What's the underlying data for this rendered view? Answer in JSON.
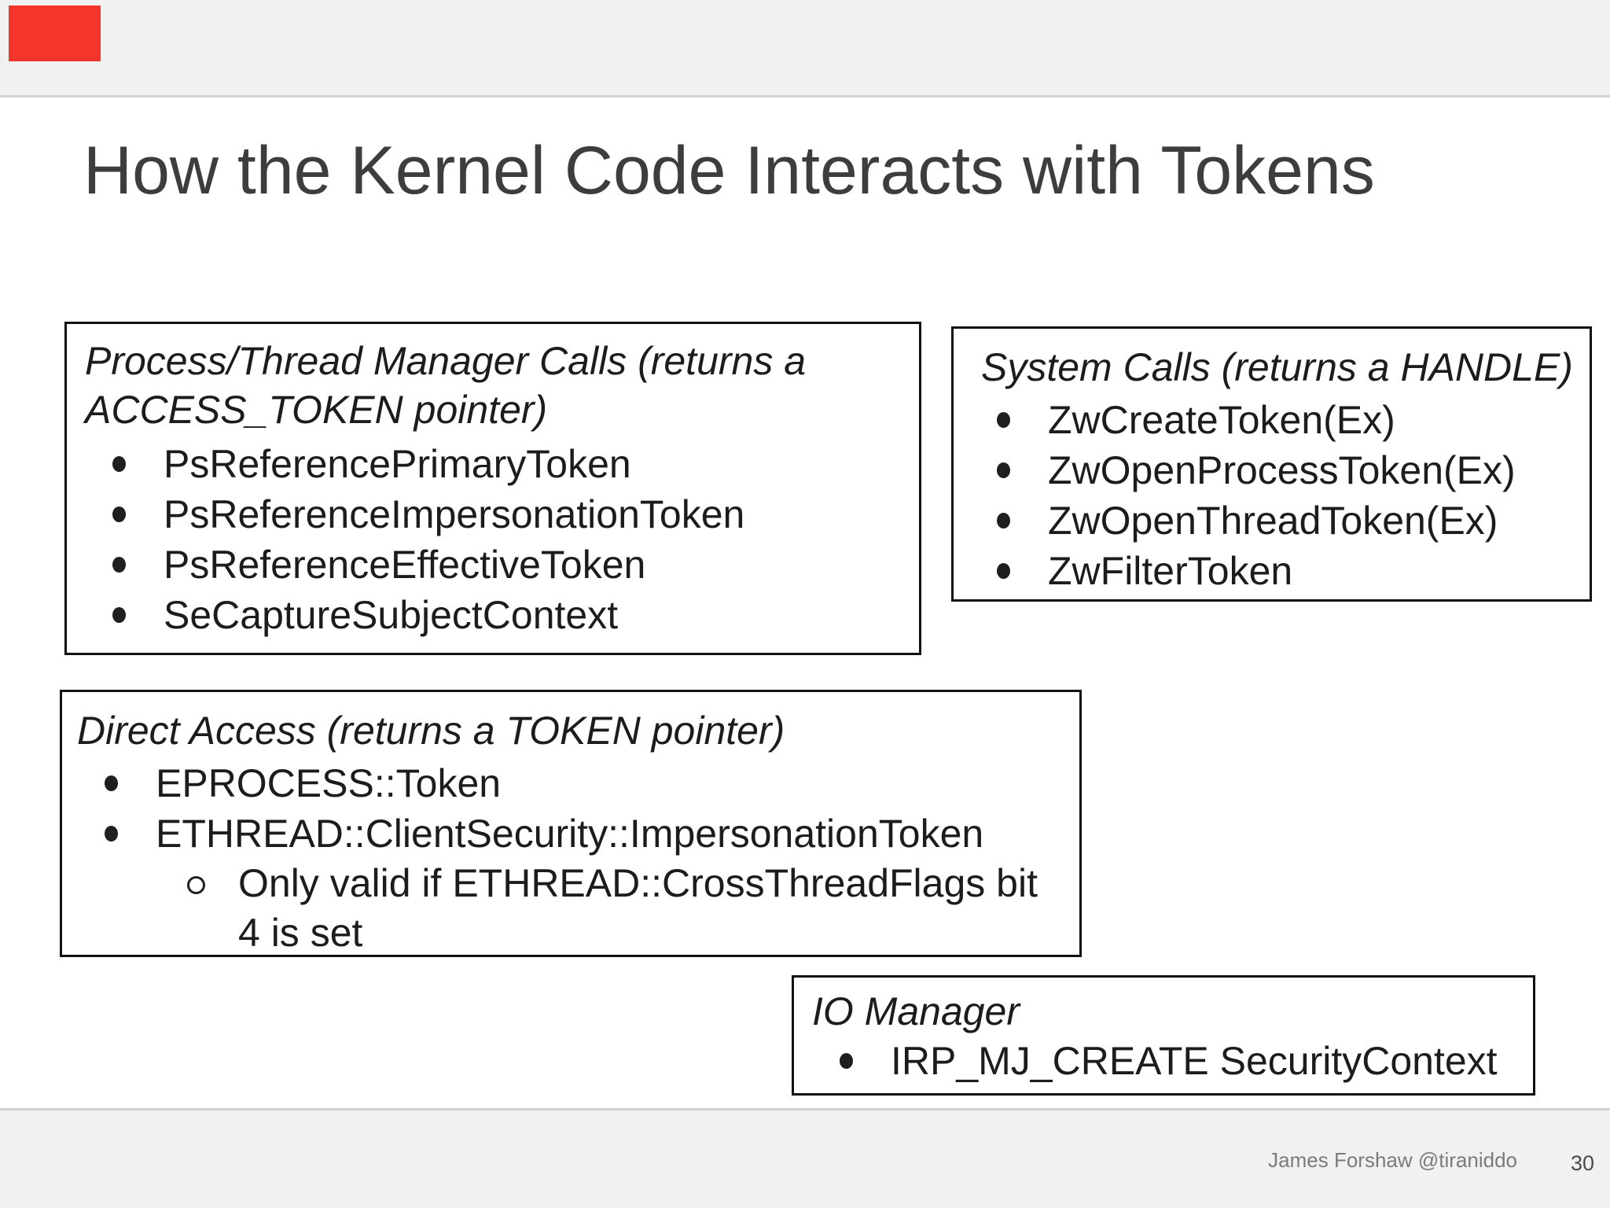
{
  "slide": {
    "title": "How the Kernel Code Interacts with Tokens",
    "footer": {
      "author": "James Forshaw @tiraniddo",
      "page_number": "30"
    }
  },
  "boxes": {
    "process_thread": {
      "heading_lines": [
        "Process/Thread Manager Calls (returns a",
        "ACCESS_TOKEN pointer)"
      ],
      "items": [
        "PsReferencePrimaryToken",
        "PsReferenceImpersonationToken",
        "PsReferenceEffectiveToken",
        "SeCaptureSubjectContext"
      ]
    },
    "system_calls": {
      "heading": "System Calls (returns a HANDLE)",
      "items": [
        "ZwCreateToken(Ex)",
        "ZwOpenProcessToken(Ex)",
        "ZwOpenThreadToken(Ex)",
        "ZwFilterToken"
      ]
    },
    "direct_access": {
      "heading": "Direct Access (returns a TOKEN pointer)",
      "items": [
        "EPROCESS::Token",
        "ETHREAD::ClientSecurity::ImpersonationToken"
      ],
      "sub_item_lines": [
        "Only valid if ETHREAD::CrossThreadFlags bit",
        "4 is set"
      ]
    },
    "io_manager": {
      "heading": "IO Manager",
      "items": [
        "IRP_MJ_CREATE SecurityContext"
      ]
    }
  },
  "colors": {
    "marker_red": "#f5352c",
    "band_gray": "#f1f1f2",
    "divider_gray": "#d2d2d3",
    "title_gray": "#3d3d3d"
  }
}
